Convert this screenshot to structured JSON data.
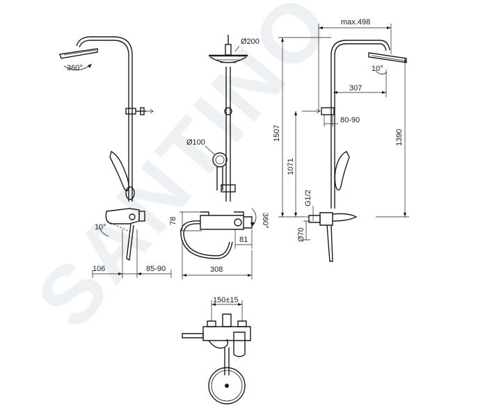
{
  "watermark": {
    "text": "SANTINO",
    "color": "#eef1f3"
  },
  "colors": {
    "line": "#1a1a1a",
    "background": "#ffffff"
  },
  "labels": {
    "rot360_left": "360°",
    "d200": "Ø200",
    "d100": "Ø100",
    "rot360_mid": "360°",
    "w78": "78",
    "w81": "81",
    "w308": "308",
    "a10_left": "10°",
    "w106": "106",
    "w85_90_left": "85-90",
    "max498": "max.498",
    "a10_right": "10°",
    "w307": "307",
    "w80_90": "80-90",
    "h1507": "1507",
    "h1071": "1071",
    "h1390": "1390",
    "g12": "G1/2",
    "d70": "Ø70",
    "w150": "150±15"
  }
}
